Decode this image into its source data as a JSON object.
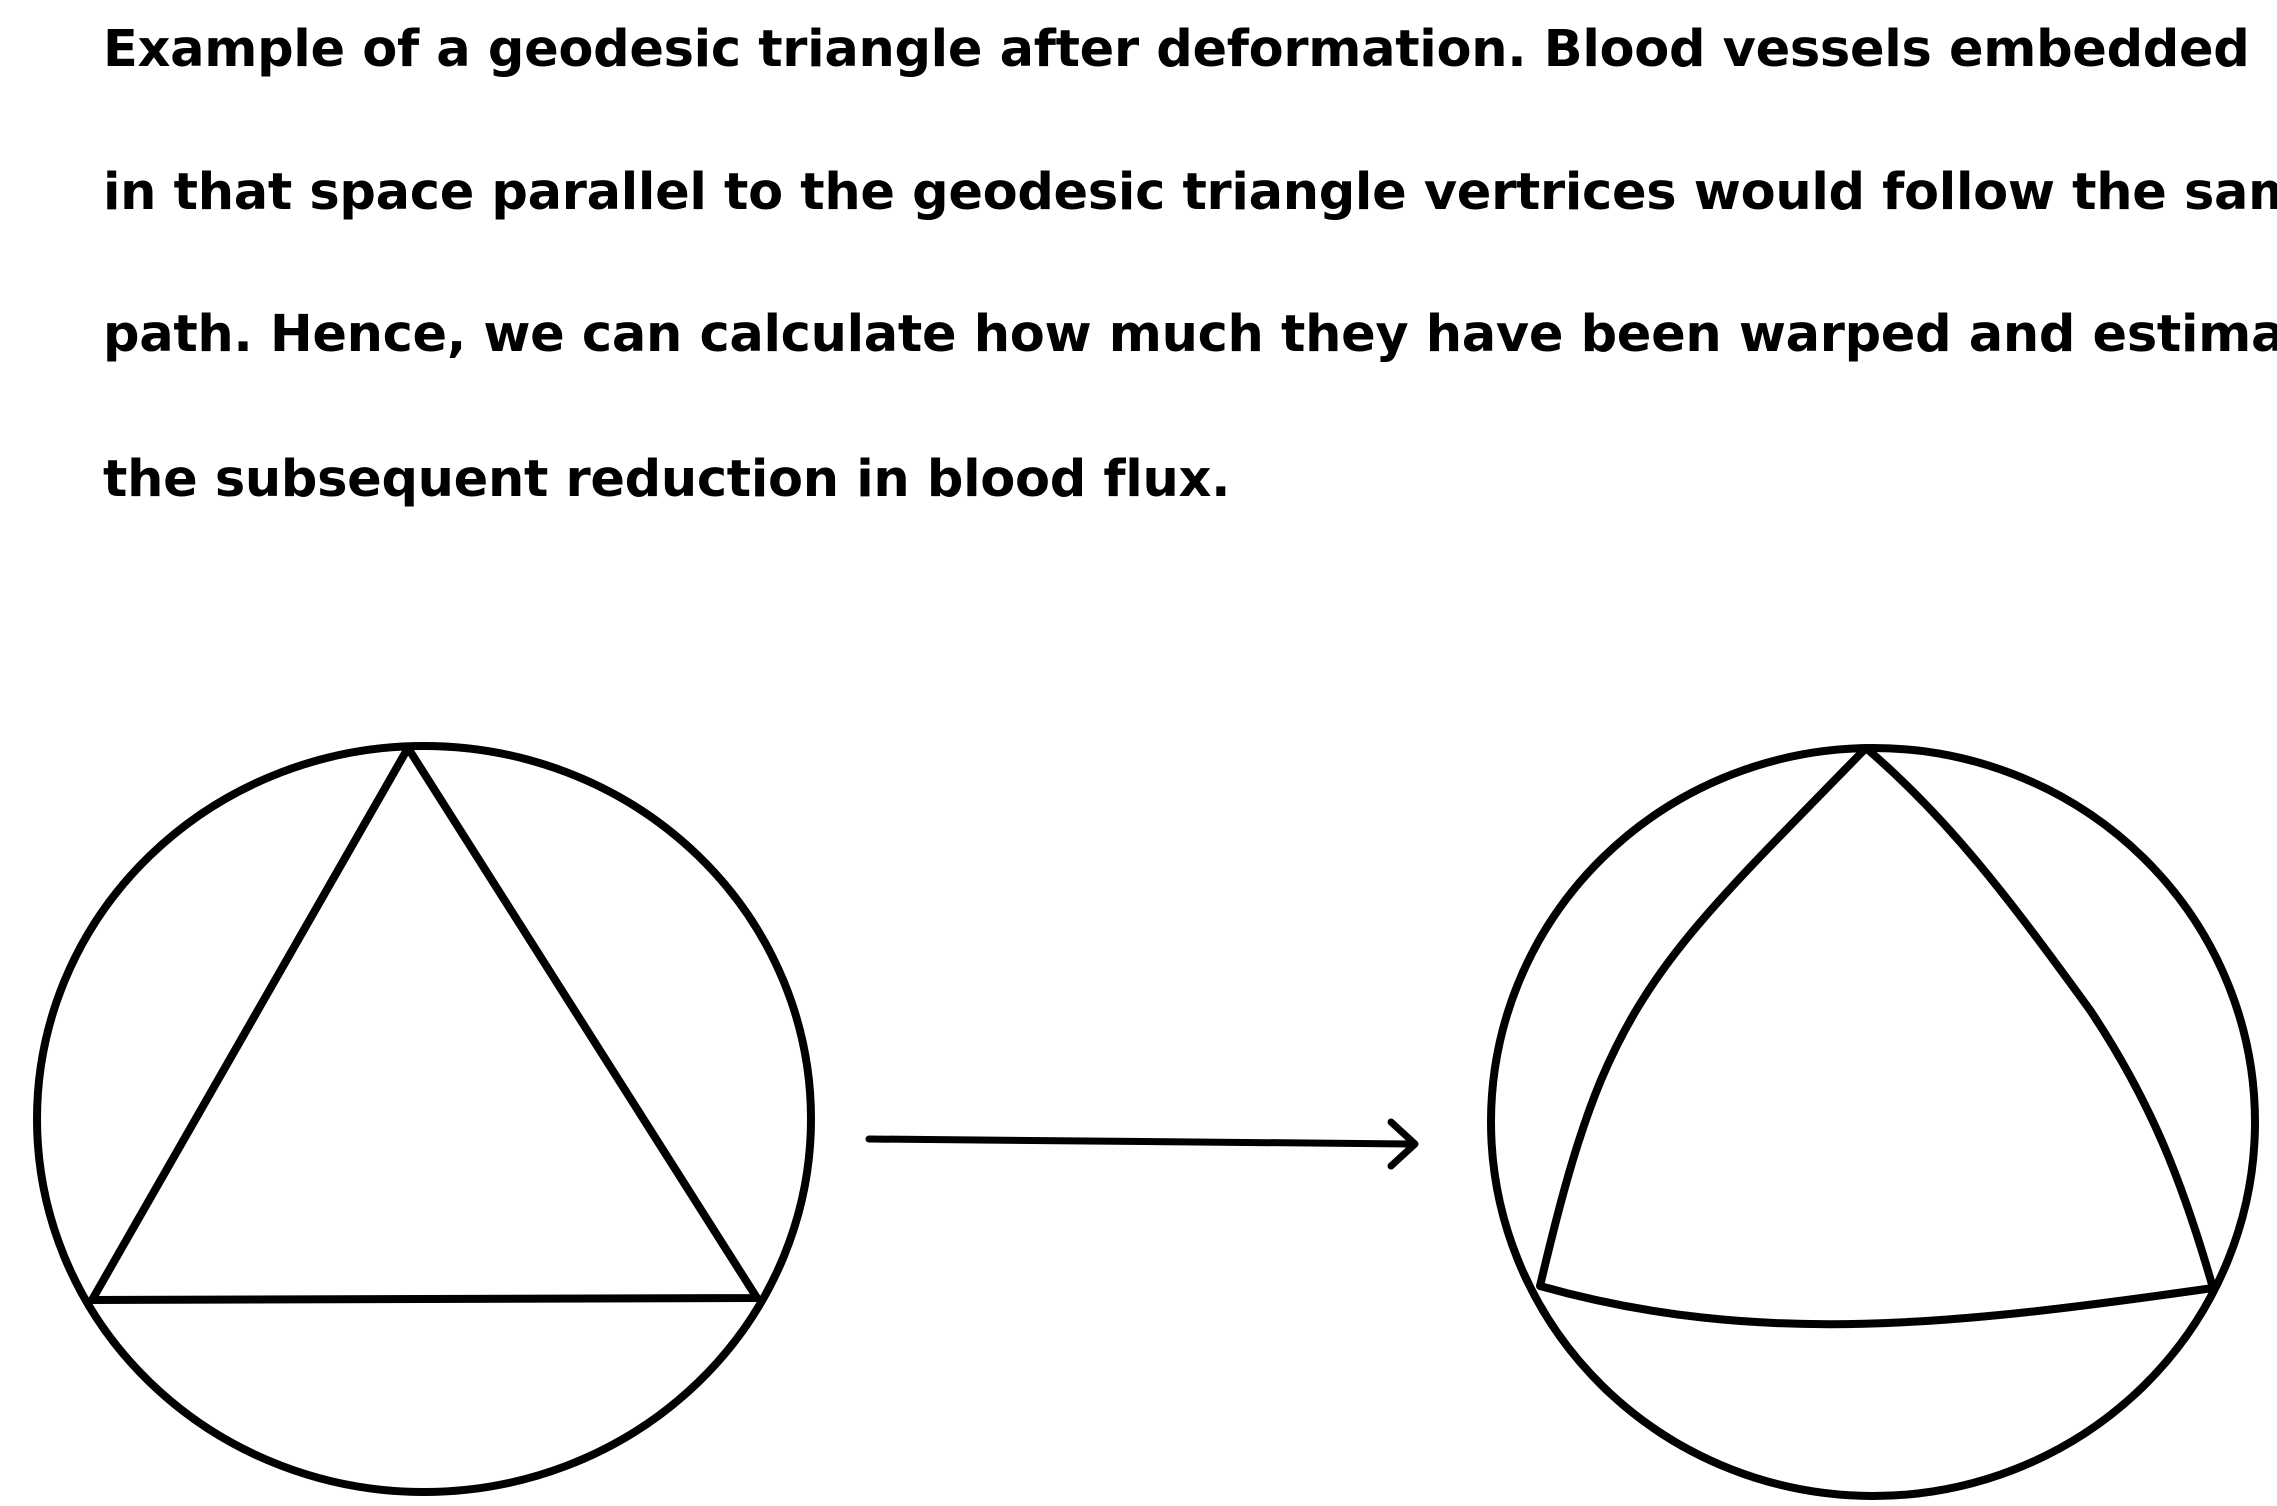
{
  "caption": {
    "lines": [
      "Example of a geodesic triangle after deformation. Blood vessels embedded",
      "in that space parallel to the geodesic triangle vertrices would follow the same",
      "path. Hence, we can calculate how much they have been warped and estimate",
      "the subsequent reduction in blood flux."
    ]
  },
  "diagram": {
    "panels": [
      {
        "id": "before",
        "triangle": "straight"
      },
      {
        "id": "after",
        "triangle": "curved"
      }
    ],
    "arrow": "right",
    "stroke_color": "#000000"
  }
}
